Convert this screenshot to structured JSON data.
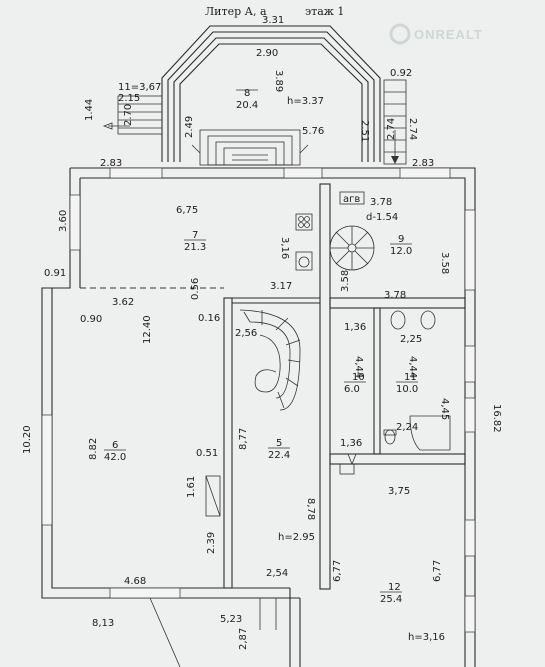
{
  "header": {
    "liter": "Литер  А, а",
    "floor": "этаж   1",
    "watermark": "ONREALT"
  },
  "rooms": [
    {
      "id": "room-8",
      "no": "8",
      "area": "20.4",
      "height": "h=3.37"
    },
    {
      "id": "room-7",
      "no": "7",
      "area": "21.3"
    },
    {
      "id": "room-9",
      "no": "9",
      "area": "12.0",
      "note": "d-1.54"
    },
    {
      "id": "room-6",
      "no": "6",
      "area": "42.0"
    },
    {
      "id": "room-5",
      "no": "5",
      "area": "22.4",
      "height": "h=2.95"
    },
    {
      "id": "room-10",
      "no": "10",
      "area": "6.0"
    },
    {
      "id": "room-11",
      "no": "11",
      "area": "10.0"
    },
    {
      "id": "room-12",
      "no": "12",
      "area": "25.4",
      "height": "h=3,16"
    }
  ],
  "tags": {
    "agv": "агв",
    "stair_small": "11=3,67"
  },
  "dimensions": [
    "3.31",
    "2.90",
    "3.89",
    "0.92",
    "2.15",
    "1.44",
    "2.70",
    "2.49",
    "5.76",
    "2.51",
    "2.74",
    "2.74",
    "2.83",
    "2.83",
    "6,75",
    "3.60",
    "3,16",
    "3.78",
    "3.58",
    "3.58",
    "0.91",
    "3.62",
    "0.56",
    "3.17",
    "3.78",
    "0.90",
    "12.40",
    "0.16",
    "2,56",
    "1,36",
    "2,25",
    "4,44",
    "4,44",
    "4,45",
    "16.82",
    "10.20",
    "8.82",
    "0.51",
    "8,77",
    "1.61",
    "8,78",
    "1,36",
    "2,24",
    "3,75",
    "2.39",
    "6,77",
    "6,77",
    "4.68",
    "2,54",
    "8,13",
    "5,23",
    "2,87"
  ]
}
